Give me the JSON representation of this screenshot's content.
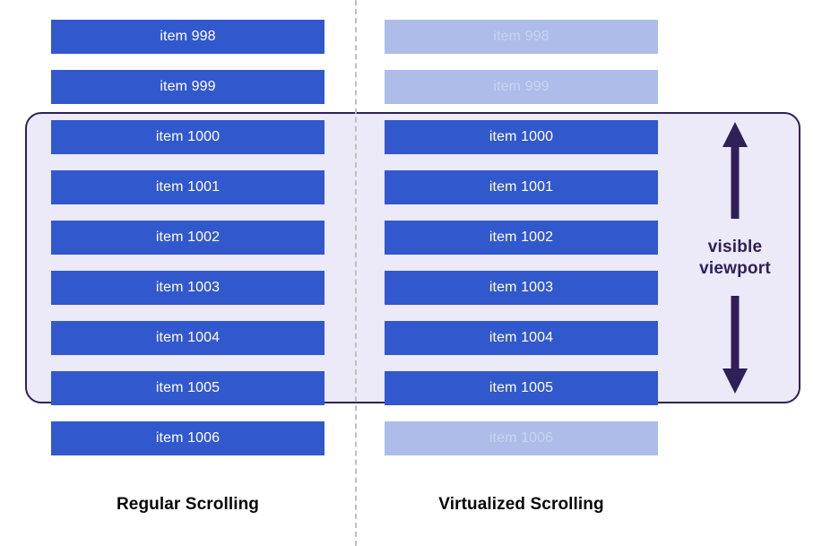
{
  "diagram": {
    "title_regular": "Regular Scrolling",
    "title_virtualized": "Virtualized Scrolling",
    "viewport_label": "visible\nviewport",
    "colors": {
      "rendered_item": "#3258cd",
      "placeholder_item": "#adbce9",
      "placeholder_text": "#c9d4f1",
      "viewport_fill": "#ece9f9",
      "viewport_border": "#2f2057",
      "divider": "#c0c0c0",
      "caption_text": "#070707"
    }
  },
  "columns": {
    "regular": {
      "caption": "Regular Scrolling",
      "items": [
        {
          "label": "item 998",
          "state": "rendered"
        },
        {
          "label": "item 999",
          "state": "rendered"
        },
        {
          "label": "item 1000",
          "state": "rendered"
        },
        {
          "label": "item 1001",
          "state": "rendered"
        },
        {
          "label": "item 1002",
          "state": "rendered"
        },
        {
          "label": "item 1003",
          "state": "rendered"
        },
        {
          "label": "item 1004",
          "state": "rendered"
        },
        {
          "label": "item 1005",
          "state": "rendered"
        },
        {
          "label": "item 1006",
          "state": "rendered"
        }
      ]
    },
    "virtualized": {
      "caption": "Virtualized Scrolling",
      "items": [
        {
          "label": "item 998",
          "state": "placeholder"
        },
        {
          "label": "item 999",
          "state": "placeholder"
        },
        {
          "label": "item 1000",
          "state": "rendered"
        },
        {
          "label": "item 1001",
          "state": "rendered"
        },
        {
          "label": "item 1002",
          "state": "rendered"
        },
        {
          "label": "item 1003",
          "state": "rendered"
        },
        {
          "label": "item 1004",
          "state": "rendered"
        },
        {
          "label": "item 1005",
          "state": "rendered"
        },
        {
          "label": "item 1006",
          "state": "placeholder"
        }
      ]
    }
  },
  "layout": {
    "item_top_start": 22,
    "item_pitch": 56
  }
}
